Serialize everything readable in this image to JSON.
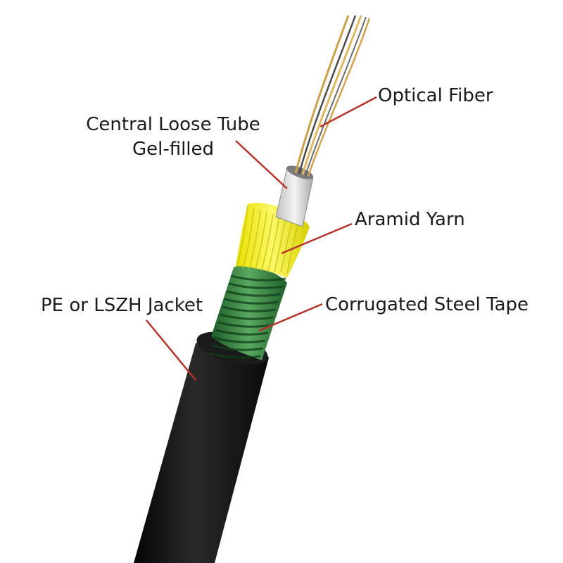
{
  "labels": {
    "optical_fiber": "Optical Fiber",
    "loose_tube_line1": "Central Loose Tube",
    "loose_tube_line2": "Gel-filled",
    "aramid_yarn": "Aramid Yarn",
    "jacket": "PE or LSZH Jacket",
    "steel_tape": "Corrugated Steel Tape"
  },
  "colors": {
    "leader_line": "#b5332b",
    "jacket": "#111111",
    "steel_tape": "#2f7d3a",
    "aramid_yarn": "#f2ee1c",
    "loose_tube": "#d9d9d9",
    "fiber": "#c9a24a"
  }
}
